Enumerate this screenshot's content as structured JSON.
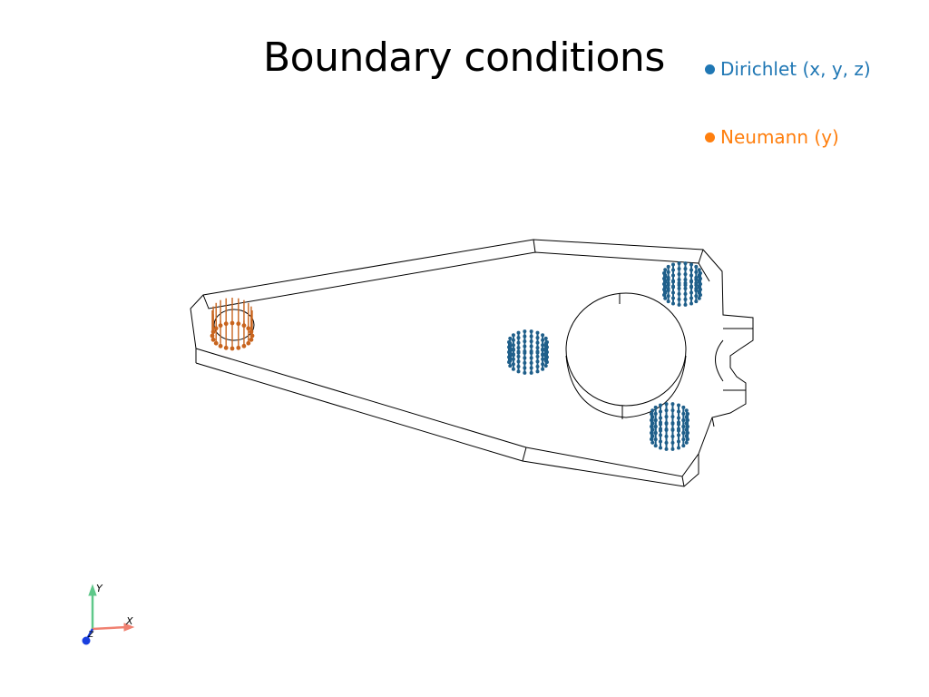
{
  "title": "Boundary conditions",
  "legend": [
    {
      "label": "Dirichlet  (x, y, z)",
      "color": "#1f77b4"
    },
    {
      "label": "Neumann  (y)",
      "color": "#ff7f0e"
    }
  ],
  "orientation_axes": {
    "x_label": "X",
    "y_label": "Y",
    "z_label": "Z",
    "x_color": "#f08070",
    "y_color": "#5fc88a",
    "z_color": "#1a3fdf"
  },
  "colors": {
    "dirichlet_points": "#1f5f8a",
    "neumann_arrows": "#c8641e",
    "mesh_edges": "#000000"
  }
}
